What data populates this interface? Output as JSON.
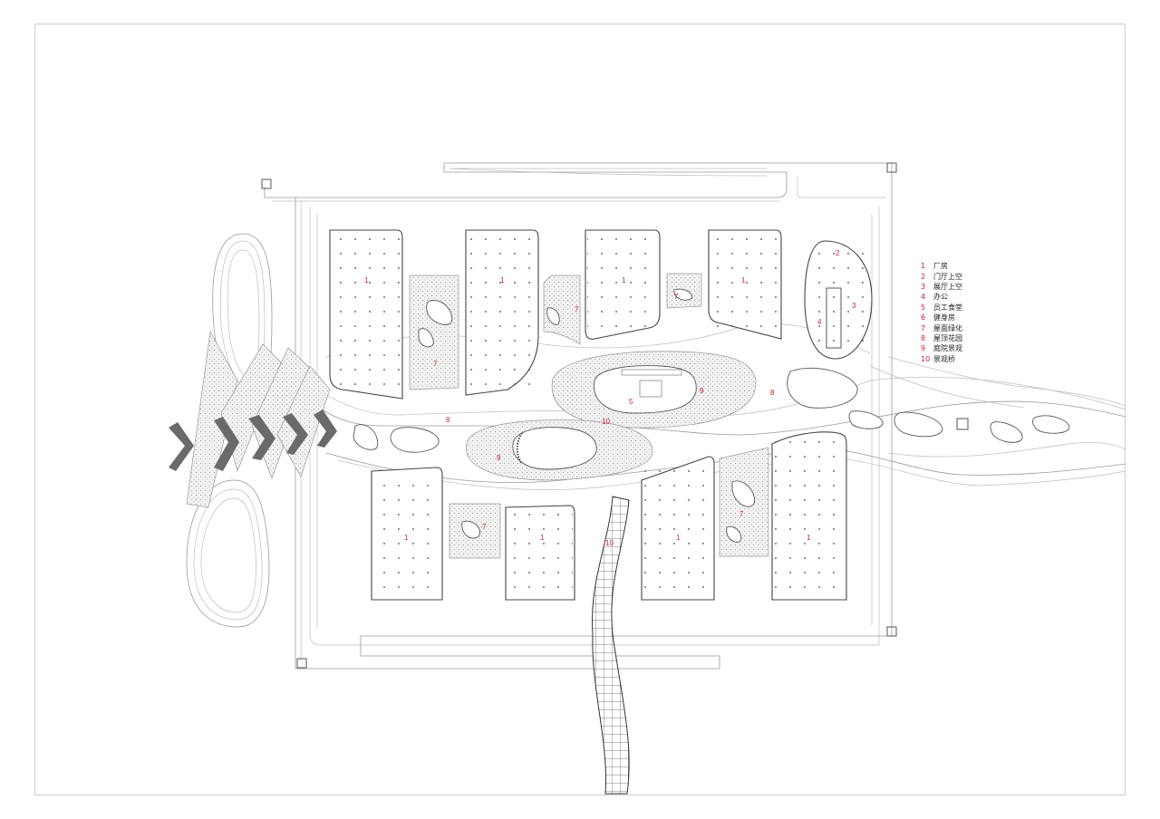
{
  "legend": {
    "items": [
      {
        "num": "1",
        "label": "厂房"
      },
      {
        "num": "2",
        "label": "门厅上空"
      },
      {
        "num": "3",
        "label": "展厅上空"
      },
      {
        "num": "4",
        "label": "办公"
      },
      {
        "num": "5",
        "label": "员工食堂"
      },
      {
        "num": "6",
        "label": "健身房"
      },
      {
        "num": "7",
        "label": "屋面绿化"
      },
      {
        "num": "8",
        "label": "屋顶花园"
      },
      {
        "num": "9",
        "label": "庭院景观"
      },
      {
        "num": "10",
        "label": "景观桥"
      }
    ]
  },
  "plan_labels": {
    "factory": "1",
    "lobby_void": "2",
    "exhibition_void": "3",
    "office": "4",
    "canteen": "5",
    "roof_greening": "7",
    "roof_garden": "8",
    "courtyard": "9",
    "bridge": "10"
  },
  "colors": {
    "label_red": "#d0202a",
    "line": "#9a9a9a",
    "dark_line": "#444444"
  }
}
